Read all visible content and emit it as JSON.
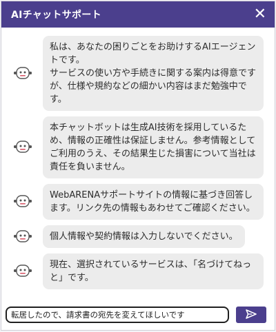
{
  "header": {
    "title": "AIチャットサポート",
    "close_glyph": "✕"
  },
  "messages": [
    {
      "text": "私は、あなたの困りごとをお助けするAIエージェントです。\nサービスの使い方や手続きに関する案内は得意ですが、仕様や規約などの細かい内容はまだ勉強中です。"
    },
    {
      "text": "本チャットボットは生成AI技術を採用しているため、情報の正確性は保証しません。参考情報としてご利用のうえ、その結果生じた損害について当社は責任を負いません。"
    },
    {
      "text": "WebARENAサポートサイトの情報に基づき回答します。リンク先の情報もあわせてご確認ください。"
    },
    {
      "text": "個人情報や契約情報は入力しないでください。"
    },
    {
      "text": "現在、選択されているサービスは、「名づけてねっと」です。"
    }
  ],
  "composer": {
    "input_value": "転居したので、請求書の宛先を変えてほしいです",
    "send_icon": "send-icon"
  },
  "colors": {
    "brand": "#4b3f8d",
    "bubble": "#ececec",
    "bot_accent": "#d95b6b"
  }
}
